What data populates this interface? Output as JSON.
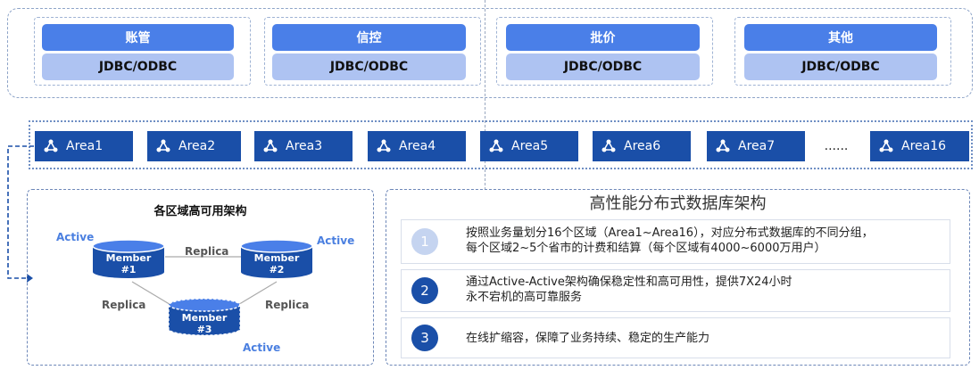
{
  "systems": [
    {
      "name": "账管",
      "driver": "JDBC/ODBC"
    },
    {
      "name": "信控",
      "driver": "JDBC/ODBC"
    },
    {
      "name": "批价",
      "driver": "JDBC/ODBC"
    },
    {
      "name": "其他",
      "driver": "JDBC/ODBC"
    }
  ],
  "areas": [
    "Area1",
    "Area2",
    "Area3",
    "Area4",
    "Area5",
    "Area6",
    "Area7"
  ],
  "area_ellipsis": "......",
  "area_last": "Area16",
  "ha": {
    "title": "各区域高可用架构",
    "member1": {
      "line1": "Member",
      "line2": "#1",
      "status": "Active"
    },
    "member2": {
      "line1": "Member",
      "line2": "#2",
      "status": "Active"
    },
    "member3": {
      "line1": "Member",
      "line2": "#3",
      "status": "Active"
    },
    "replica": "Replica"
  },
  "summary": {
    "title": "高性能分布式数据库架构",
    "items": [
      {
        "num": "1",
        "line1": "按照业务量划分16个区域（Area1~Area16），对应分布式数据库的不同分组，",
        "line2": "每个区域2~5个省市的计费和结算（每个区域有4000~6000万用户）"
      },
      {
        "num": "2",
        "line1": "通过Active-Active架构确保稳定性和高可用性，提供7X24小时",
        "line2": "永不宕机的高可靠服务"
      },
      {
        "num": "3",
        "line1": "在线扩缩容，保障了业务持续、稳定的生产能力",
        "line2": ""
      }
    ]
  },
  "colors": {
    "primary": "#1a4fa8",
    "accent": "#4a7fe8",
    "light": "#aec3f2",
    "muted_circle": "#c5d4f0"
  }
}
